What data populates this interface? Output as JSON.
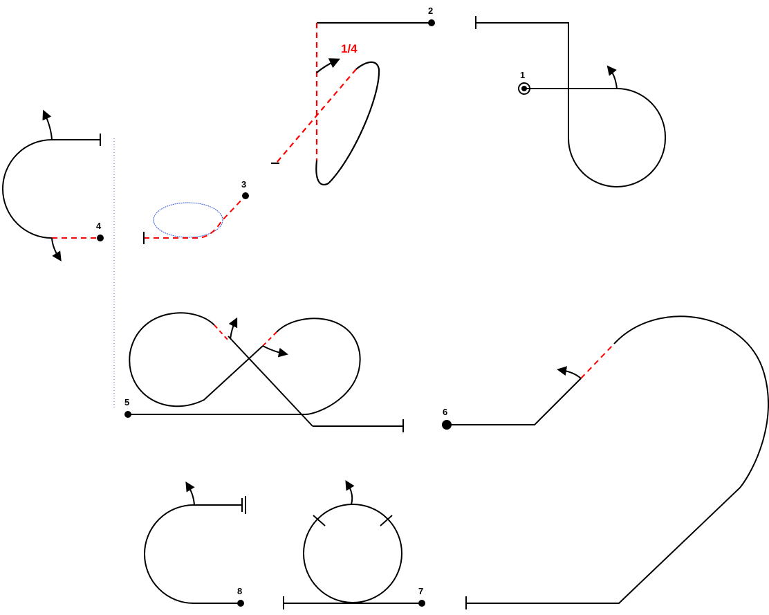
{
  "colors": {
    "path": "#000000",
    "highlight": "#ff0000",
    "ellipse": "#3355dd",
    "guide": "#4466cc",
    "background": "#ffffff"
  },
  "labels": {
    "n1": "1",
    "n2": "2",
    "n3": "3",
    "n4": "4",
    "n5": "5",
    "n6": "6",
    "n7": "7",
    "n8": "8",
    "fraction": "1/4"
  }
}
